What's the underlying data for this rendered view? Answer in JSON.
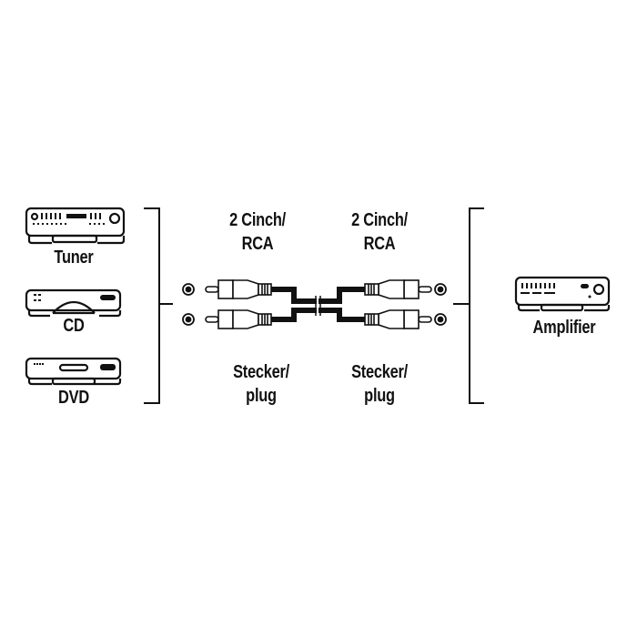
{
  "sources": [
    {
      "id": "tuner",
      "label": "Tuner",
      "icon": "tuner-icon"
    },
    {
      "id": "cd",
      "label": "CD",
      "icon": "cd-player-icon"
    },
    {
      "id": "dvd",
      "label": "DVD",
      "icon": "dvd-player-icon"
    }
  ],
  "destination": {
    "label": "Amplifier",
    "icon": "amplifier-icon"
  },
  "cable": {
    "left_connector": {
      "line1": "2 Cinch/",
      "line2": "RCA"
    },
    "right_connector": {
      "line1": "2 Cinch/",
      "line2": "RCA"
    },
    "left_type": {
      "line1": "Stecker/",
      "line2": "plug"
    },
    "right_type": {
      "line1": "Stecker/",
      "line2": "plug"
    }
  },
  "colors": {
    "line": "#111111",
    "background": "#ffffff"
  }
}
